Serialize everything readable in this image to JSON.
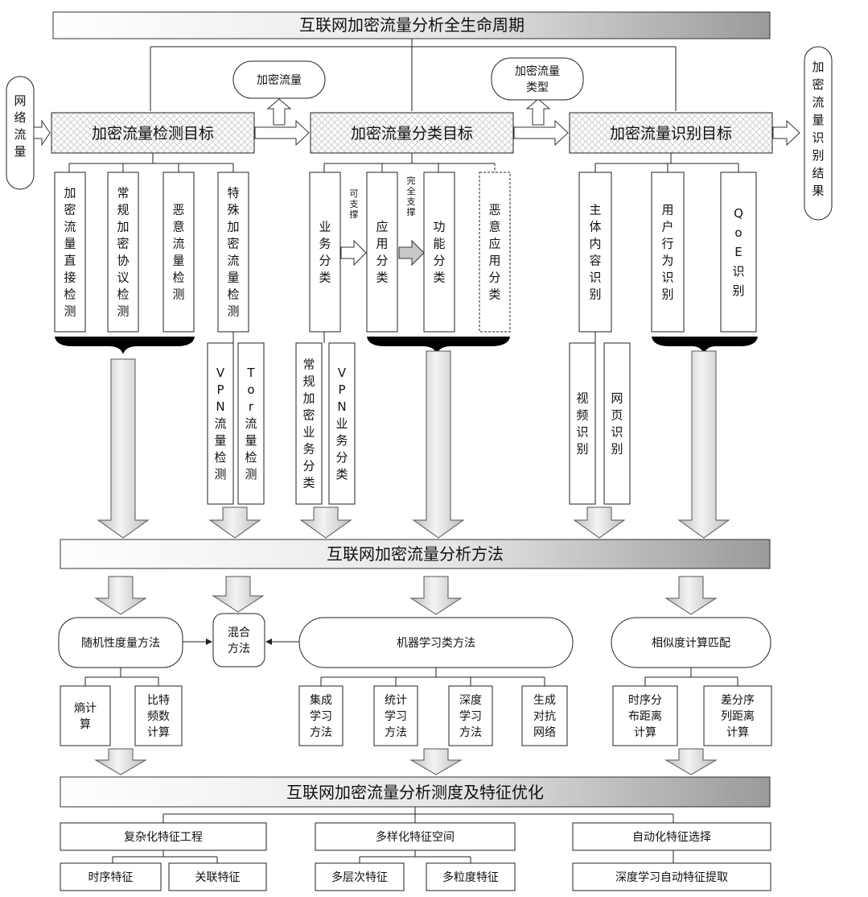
{
  "bars": {
    "lifecycle": "互联网加密流量分析全生命周期",
    "methods": "互联网加密流量分析方法",
    "optimization": "互联网加密流量分析测度及特征优化"
  },
  "inputs": {
    "network_traffic": "网络流量",
    "encrypted_traffic": "加密流量",
    "encrypted_traffic_type": [
      "加密流量",
      "类型"
    ],
    "identification_result": "加密流量识别结果"
  },
  "goals": {
    "detection": "加密流量检测目标",
    "classification": "加密流量分类目标",
    "identification": "加密流量识别目标"
  },
  "detection_items": [
    "加密流量直接检测",
    "常规加密协议检测",
    "恶意流量检测",
    "特殊加密流量检测"
  ],
  "detection_sub": [
    "VPN流量检测",
    "Tor流量检测"
  ],
  "classification_items": [
    "业务分类",
    "应用分类",
    "功能分类",
    "恶意应用分类"
  ],
  "classification_links": [
    "可支撑",
    "完全支撑"
  ],
  "classification_sub": [
    "常规加密业务分类",
    "VPN业务分类"
  ],
  "identification_items": [
    "主体内容识别",
    "用户行为识别",
    "QoE识别"
  ],
  "identification_sub": [
    "视频识别",
    "网页识别"
  ],
  "methods": {
    "randomness": "随机性度量方法",
    "hybrid": "混合方法",
    "machine_learning": "机器学习类方法",
    "similarity": "相似度计算匹配",
    "randomness_sub": [
      "熵计算",
      "比特频数计算"
    ],
    "ml_sub": [
      "集成学习方法",
      "统计学习方法",
      "深度学习方法",
      "生成对抗网络"
    ],
    "similarity_sub": [
      "时序分布距离计算",
      "差分序列距离计算"
    ]
  },
  "features": {
    "complex": "复杂化特征工程",
    "diverse": "多样化特征空间",
    "auto": "自动化特征选择",
    "complex_sub": [
      "时序特征",
      "关联特征"
    ],
    "diverse_sub": [
      "多层次特征",
      "多粒度特征"
    ],
    "auto_sub": "深度学习自动特征提取"
  }
}
